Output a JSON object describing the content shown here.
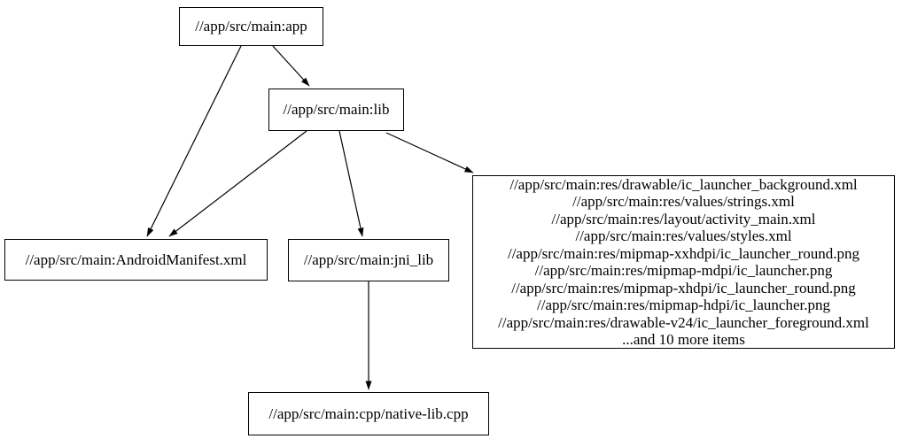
{
  "graph": {
    "background_color": "#ffffff",
    "node_border_color": "#000000",
    "text_color": "#000000",
    "edge_color": "#000000"
  },
  "nodes": {
    "app": {
      "label": "//app/src/main:app"
    },
    "lib": {
      "label": "//app/src/main:lib"
    },
    "manifest": {
      "label": "//app/src/main:AndroidManifest.xml"
    },
    "jni_lib": {
      "label": "//app/src/main:jni_lib"
    },
    "res_group": {
      "lines": [
        "//app/src/main:res/drawable/ic_launcher_background.xml",
        "//app/src/main:res/values/strings.xml",
        "//app/src/main:res/layout/activity_main.xml",
        "//app/src/main:res/values/styles.xml",
        "//app/src/main:res/mipmap-xxhdpi/ic_launcher_round.png",
        "//app/src/main:res/mipmap-mdpi/ic_launcher.png",
        "//app/src/main:res/mipmap-xhdpi/ic_launcher_round.png",
        "//app/src/main:res/mipmap-hdpi/ic_launcher.png",
        "//app/src/main:res/drawable-v24/ic_launcher_foreground.xml",
        "...and 10 more items"
      ]
    },
    "cpp": {
      "label": "//app/src/main:cpp/native-lib.cpp"
    }
  },
  "edges": [
    {
      "from": "//app/src/main:app",
      "to": "//app/src/main:lib"
    },
    {
      "from": "//app/src/main:app",
      "to": "//app/src/main:AndroidManifest.xml"
    },
    {
      "from": "//app/src/main:lib",
      "to": "//app/src/main:AndroidManifest.xml"
    },
    {
      "from": "//app/src/main:lib",
      "to": "//app/src/main:jni_lib"
    },
    {
      "from": "//app/src/main:lib",
      "to": "res-file-group"
    },
    {
      "from": "//app/src/main:jni_lib",
      "to": "//app/src/main:cpp/native-lib.cpp"
    }
  ]
}
